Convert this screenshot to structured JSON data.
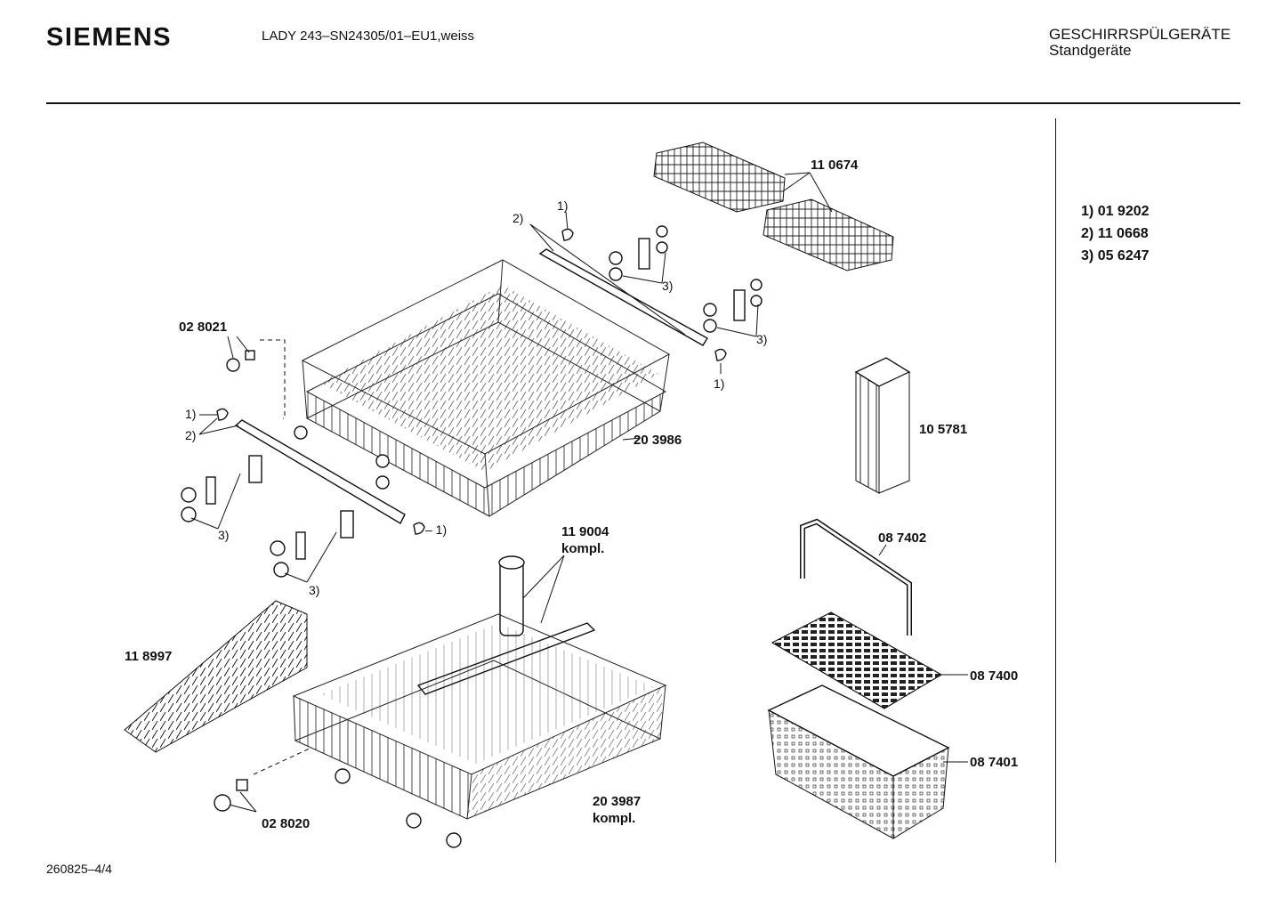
{
  "header": {
    "brand": "SIEMENS",
    "model": "LADY 243–SN24305/01–EU1,weiss",
    "category_line1": "GESCHIRRSPÜLGERÄTE",
    "category_line2": "Standgeräte"
  },
  "legend": [
    {
      "key": "1)",
      "part": "01 9202"
    },
    {
      "key": "2)",
      "part": "11 0668"
    },
    {
      "key": "3)",
      "part": "05 6247"
    }
  ],
  "part_labels": {
    "tine_rows": "11 0674",
    "upper_basket": "20 3986",
    "roller_left": "02 8021",
    "cutlery_sleeve": "10 5781",
    "handle": "08 7402",
    "spray_arm": "11 9004",
    "spray_arm_note": "kompl.",
    "tine_rack": "11 8997",
    "basket_lid": "08 7400",
    "cutlery_basket": "08 7401",
    "roller_lower": "02 8020",
    "lower_basket": "20 3987",
    "lower_basket_note": "kompl."
  },
  "refs": {
    "r1": "1)",
    "r2": "2)",
    "r3": "3)",
    "r1_dash": "– 1)"
  },
  "footer": {
    "doc_number": "260825–4/4"
  }
}
